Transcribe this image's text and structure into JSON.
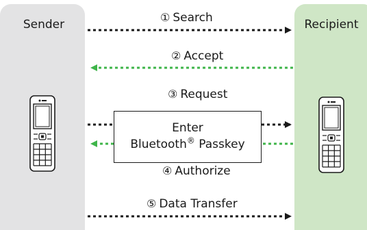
{
  "colors": {
    "sender_panel": "#e3e3e4",
    "recipient_panel": "#cfe6c6",
    "black_arrow": "#1a1a1a",
    "green_arrow": "#3fb54a"
  },
  "sender": {
    "label": "Sender"
  },
  "recipient": {
    "label": "Recipient"
  },
  "steps": [
    {
      "num": "①",
      "label": "Search"
    },
    {
      "num": "②",
      "label": "Accept"
    },
    {
      "num": "③",
      "label": "Request"
    },
    {
      "num": "④",
      "label": "Authorize"
    },
    {
      "num": "⑤",
      "label": "Data Transfer"
    }
  ],
  "passkey": {
    "line1": "Enter",
    "line2_main": "Bluetooth",
    "line2_mark": "®",
    "line2_tail": " Passkey"
  },
  "icons": [
    "phone-icon"
  ]
}
